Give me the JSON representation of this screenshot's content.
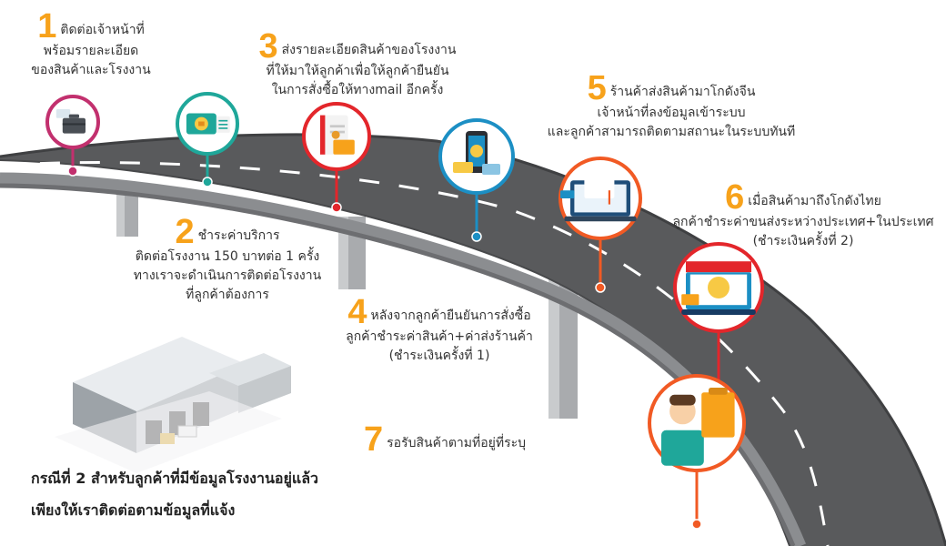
{
  "steps": [
    {
      "number": "1",
      "lines": [
        "ติดต่อเจ้าหน้าที่",
        "พร้อมรายละเอียด",
        "ของสินค้าและโรงงาน"
      ]
    },
    {
      "number": "2",
      "lines": [
        "ชำระค่าบริการ",
        "ติดต่อโรงงาน 150 บาทต่อ 1 ครั้ง",
        "ทางเราจะดำเนินการติดต่อโรงงาน",
        "ที่ลูกค้าต้องการ"
      ]
    },
    {
      "number": "3",
      "lines": [
        "ส่งรายละเอียดสินค้าของโรงงาน",
        "ที่ให้มาให้ลูกค้าเพื่อให้ลูกค้ายืนยัน",
        "ในการสั่งซื้อให้ทางmail อีกครั้ง"
      ]
    },
    {
      "number": "4",
      "lines": [
        "หลังจากลูกค้ายืนยันการสั่งซื้อ",
        "ลูกค้าชำระค่าสินค้า+ค่าส่งร้านค้า",
        "(ชำระเงินครั้งที่ 1)"
      ]
    },
    {
      "number": "5",
      "lines": [
        "ร้านค้าส่งสินค้ามาโกดังจีน",
        "เจ้าหน้าที่ลงข้อมูลเข้าระบบ",
        "และลูกค้าสามารถติดตามสถานะในระบบทันที"
      ]
    },
    {
      "number": "6",
      "lines": [
        "เมื่อสินค้ามาถึงโกดังไทย",
        "ลูกค้าชำระค่าขนส่งระหว่างประเทศ+ในประเทศ",
        "(ชำระเงินครั้งที่ 2)"
      ]
    },
    {
      "number": "7",
      "lines": [
        "รอรับสินค้าตามที่อยู่ที่ระบุ"
      ]
    }
  ],
  "note": {
    "line1": "กรณีที่ 2 สำหรับลูกค้าที่มีข้อมูลโรงงานอยู่แล้ว",
    "line2": "เพียงให้เราติดต่อตามข้อมูลที่แจ้ง"
  },
  "icons": [
    "briefcase-icon",
    "payment-icon",
    "document-mail-icon",
    "mobile-payment-icon",
    "laptop-mail-icon",
    "online-shop-icon",
    "customer-delivery-icon",
    "warehouse-icon"
  ],
  "colors": {
    "accent": "#f7a21b",
    "road": "#595a5c",
    "step1": "#c2306e",
    "step2": "#1fa79a",
    "step3": "#e3262b",
    "step4": "#1c8fc4",
    "step5": "#f15a24",
    "step6": "#e3262b",
    "step7": "#f15a24"
  }
}
